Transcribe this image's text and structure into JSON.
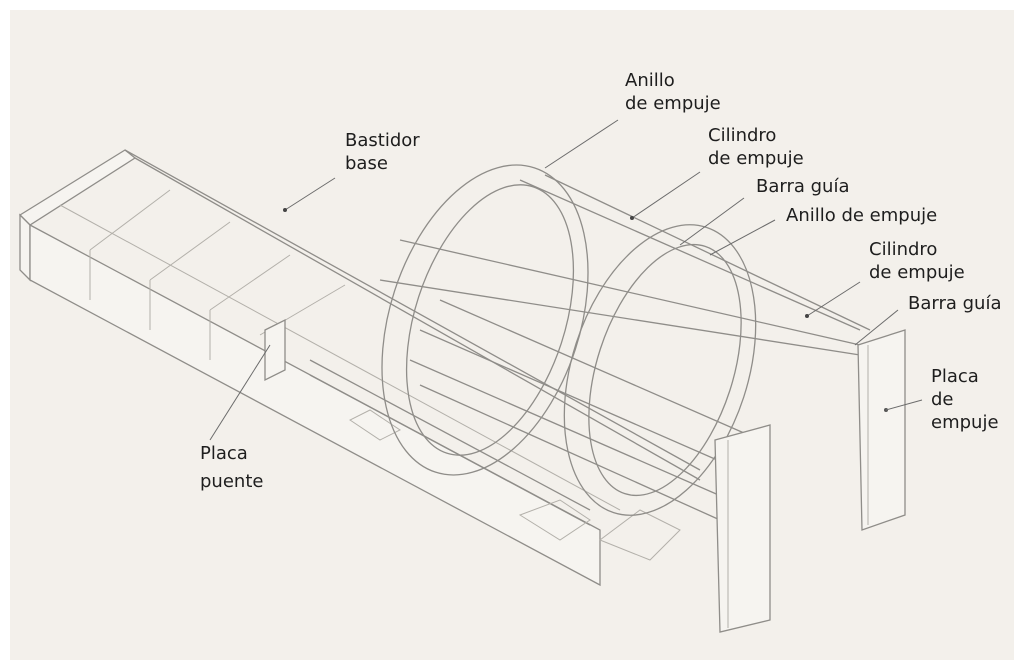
{
  "labels": {
    "anillo_empuje_1": [
      "Anillo",
      "de empuje"
    ],
    "bastidor_base": [
      "Bastidor",
      "base"
    ],
    "cilindro_empuje_1": [
      "Cilindro",
      "de empuje"
    ],
    "barra_guia_1": "Barra guía",
    "anillo_empuje_2": "Anillo de empuje",
    "cilindro_empuje_2": [
      "Cilindro",
      "de empuje"
    ],
    "barra_guia_2": "Barra guía",
    "placa_empuje": [
      "Placa",
      "de",
      "empuje"
    ],
    "placa_puente": [
      "Placa",
      "puente"
    ]
  }
}
